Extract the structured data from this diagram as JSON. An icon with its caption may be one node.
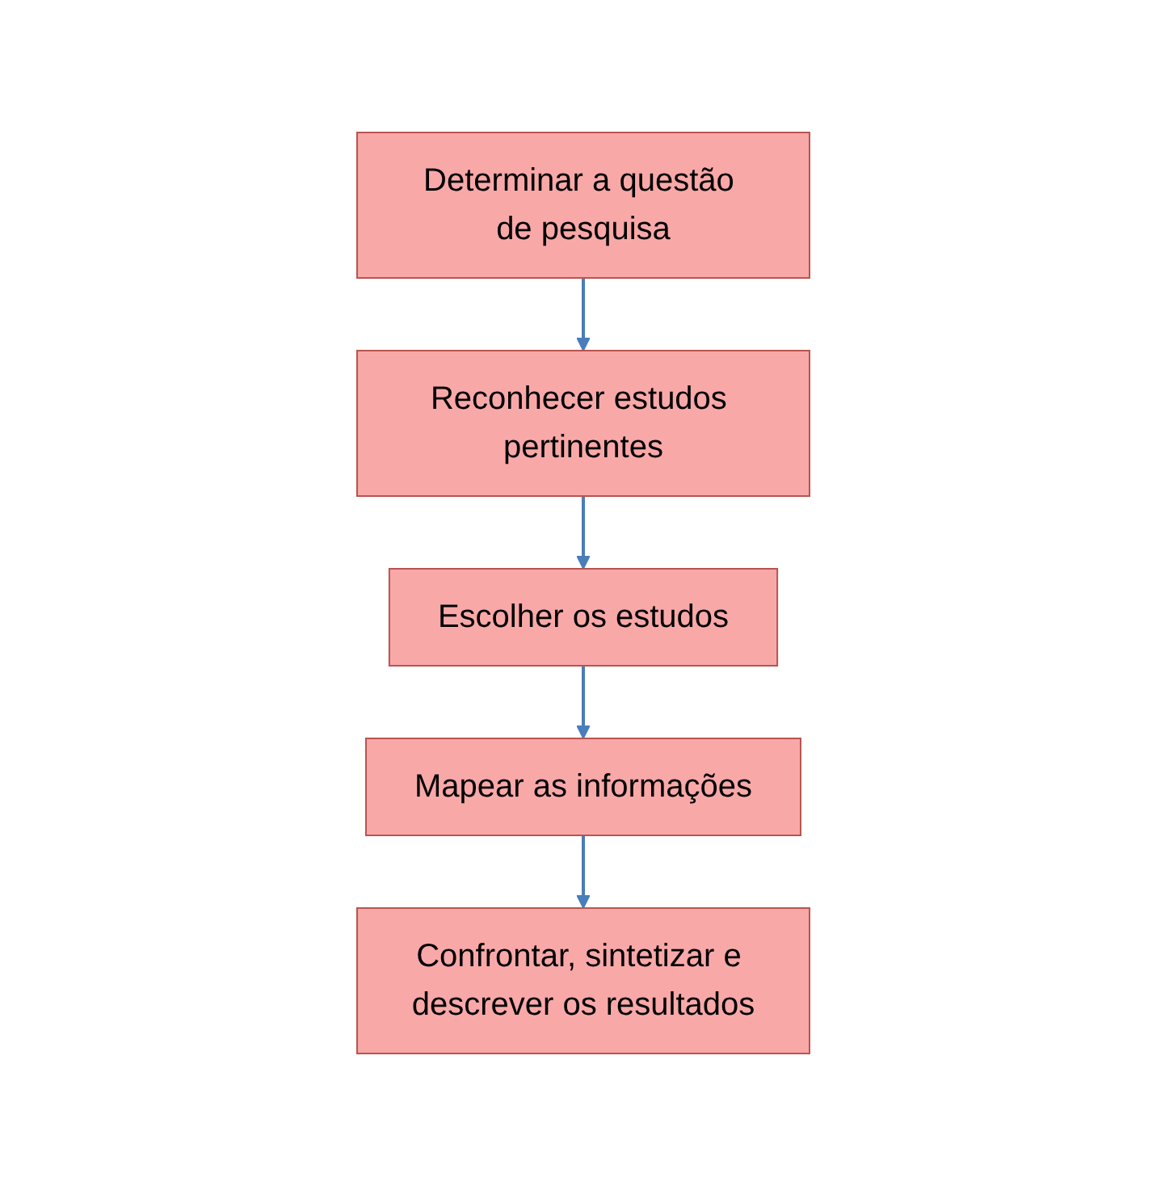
{
  "diagram": {
    "nodes": [
      {
        "text": [
          "Determinar a questão de pesquisa"
        ]
      },
      {
        "text": [
          "Reconhecer estudos pertinentes"
        ]
      },
      {
        "text": [
          "Escolher os estudos"
        ]
      },
      {
        "text": [
          "Mapear as informações"
        ]
      },
      {
        "text": [
          "Confrontar, sintetizar e descrever os resultados"
        ]
      }
    ],
    "edges": [
      {
        "from": 0,
        "to": 1,
        "arrow": "to"
      },
      {
        "from": 1,
        "to": 2,
        "arrow": "to"
      },
      {
        "from": 2,
        "to": 3,
        "arrow": "to"
      },
      {
        "from": 3,
        "to": 4,
        "arrow": "to"
      }
    ]
  }
}
